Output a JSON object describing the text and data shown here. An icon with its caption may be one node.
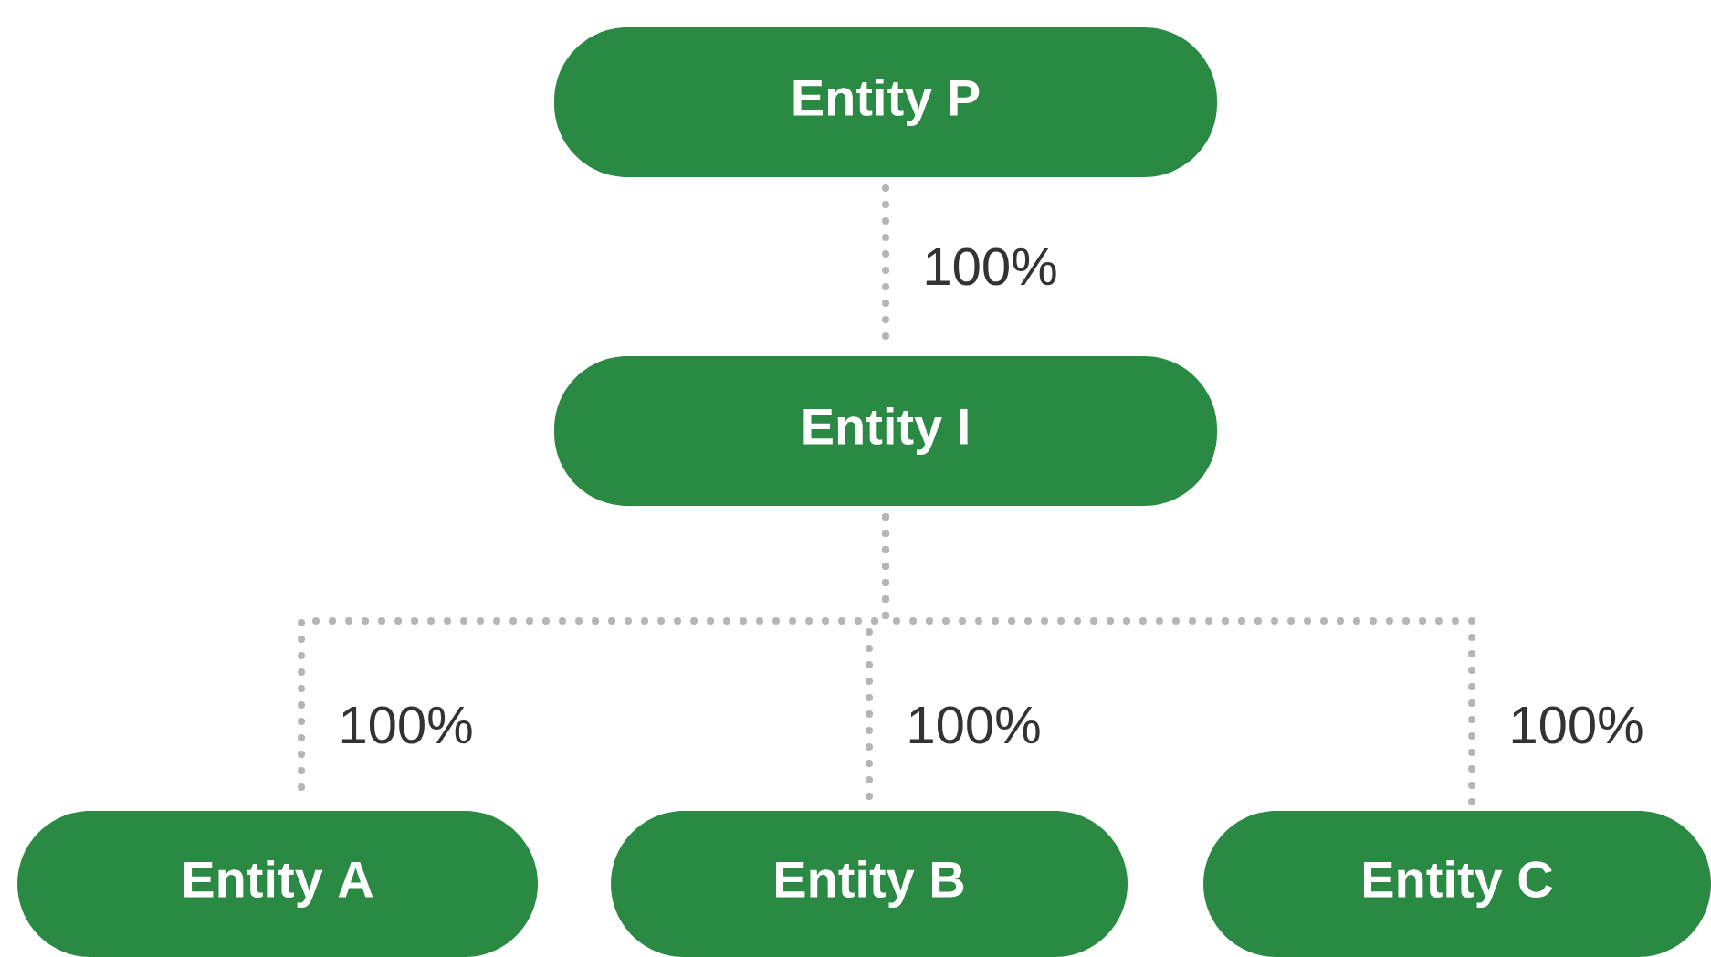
{
  "diagram": {
    "nodes": [
      {
        "text": [
          "Entity P"
        ]
      },
      {
        "text": [
          "Entity I"
        ]
      },
      {
        "text": [
          "Entity A"
        ]
      },
      {
        "text": [
          "Entity B"
        ]
      },
      {
        "text": [
          "Entity C"
        ]
      }
    ],
    "edges": [
      {
        "from": 0,
        "to": 1,
        "arrow": "none",
        "label": "100%"
      },
      {
        "from": 1,
        "to": 2,
        "arrow": "none",
        "label": "100%"
      },
      {
        "from": 1,
        "to": 3,
        "arrow": "none",
        "label": "100%"
      },
      {
        "from": 1,
        "to": 4,
        "arrow": "none",
        "label": "100%"
      }
    ]
  }
}
